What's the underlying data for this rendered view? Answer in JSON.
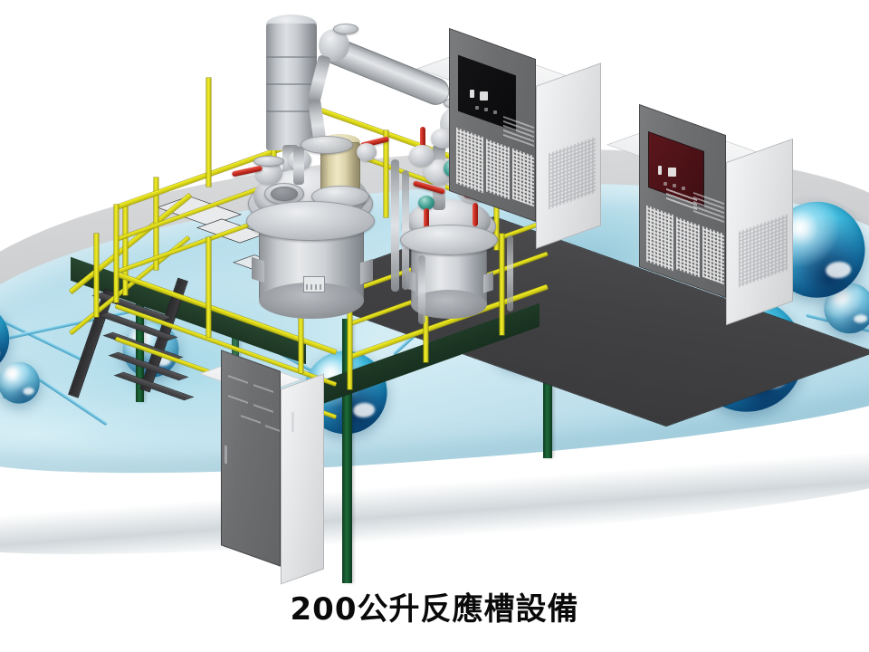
{
  "caption": {
    "text": "200公升反應槽設備",
    "capacity_number": "200",
    "unit": "公升",
    "equipment": "反應槽設備"
  },
  "scene": {
    "title": "200公升反應槽設備",
    "type": "3d-cad-product-render",
    "background_style": "curved molecular banner"
  },
  "colors": {
    "railing_yellow": "#e3df20",
    "structure_green": "#1d6b38",
    "deck_gray": "#414143",
    "vessel_steel": "#c9ccd0",
    "cabinet_front": "#6d6e70",
    "cabinet_side": "#e9eaeb",
    "panel_dark": "#0d0d0f",
    "panel_red": "#4d1217",
    "valve_red": "#c62a1e",
    "valve_teal": "#3e9e90",
    "motor_tan": "#ddd4ac",
    "banner_blue": "#bfe2ee",
    "banner_gray": "#cbccce",
    "molecule_sphere": "#46bfe0",
    "caption_text": "#0a0a0a",
    "page_background": "#ffffff"
  },
  "equipment": {
    "platform": {
      "name": "operator-platform",
      "deck_color": "#414143",
      "legs": 4
    },
    "railing": {
      "name": "safety-railing",
      "color": "#e3df20"
    },
    "stairs": {
      "name": "access-stairs",
      "steps": 5
    },
    "vessels": [
      {
        "name": "main-reactor-vessel",
        "role": "200L reactor"
      },
      {
        "name": "secondary-vessel",
        "role": "receiver tank"
      }
    ],
    "agitator": {
      "name": "agitator-motor",
      "color": "#ddd4ac"
    },
    "column": {
      "name": "distillation-column"
    },
    "condenser": {
      "name": "heat-exchanger-condenser"
    }
  },
  "cabinets": [
    {
      "name": "control-cabinet-primary",
      "panel_type": "dark",
      "indicators": 5
    },
    {
      "name": "control-cabinet-secondary",
      "panel_type": "red",
      "indicators": 5
    },
    {
      "name": "electrical-cabinet",
      "panel_type": "none",
      "indicators": 0
    }
  ],
  "molecules": {
    "bond_color": "#6ec4e2",
    "sphere_count": 9,
    "bond_count": 10
  }
}
